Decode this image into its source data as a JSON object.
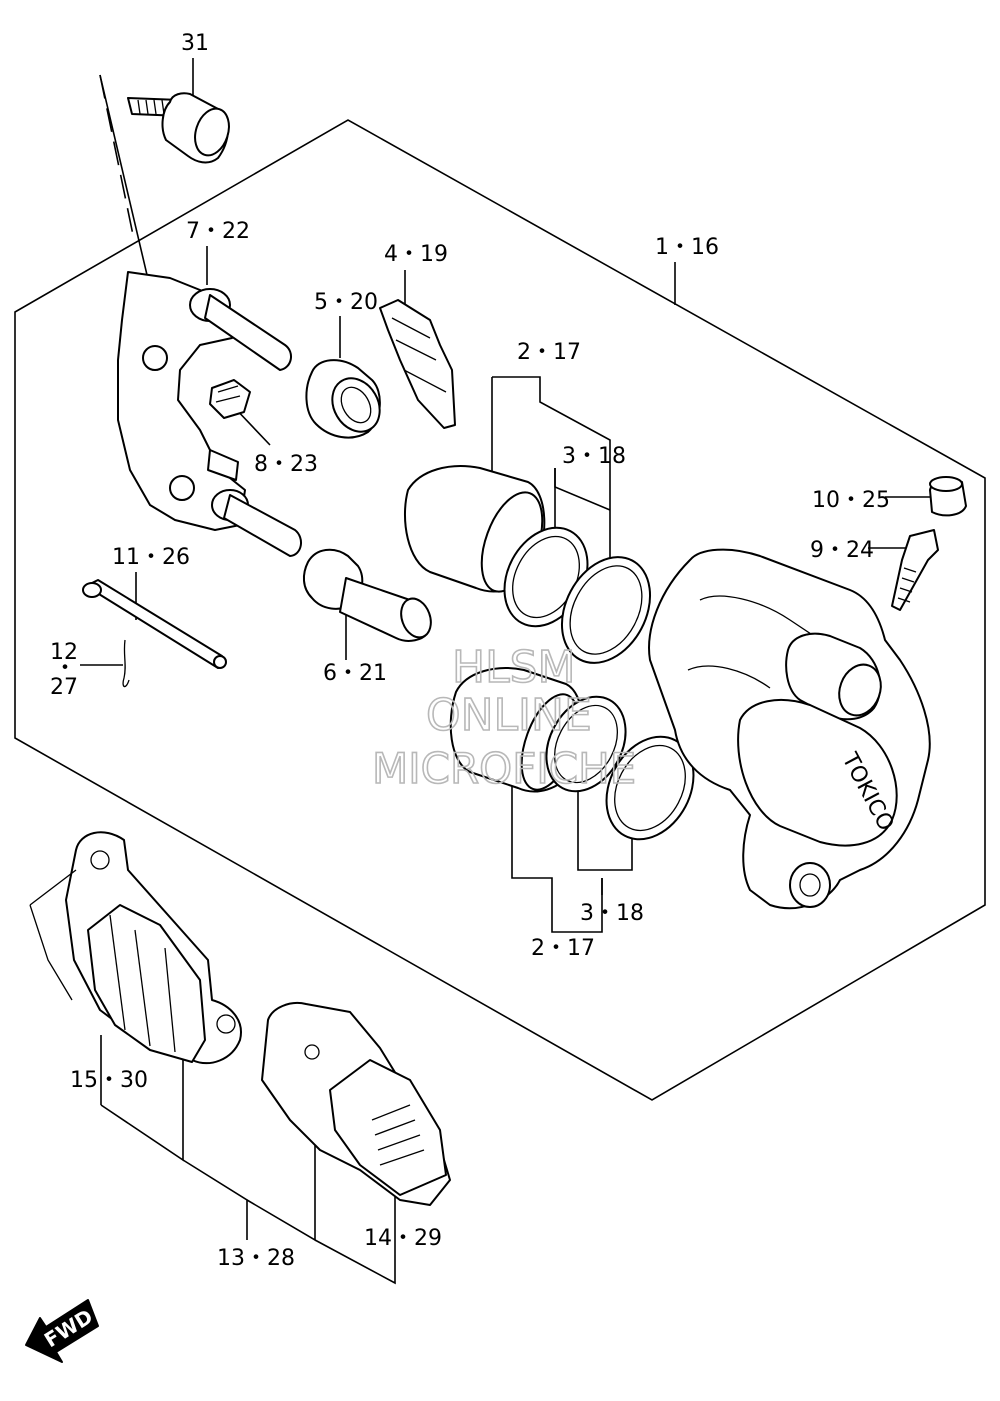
{
  "callouts": {
    "c31": "31",
    "c7_22": "7・22",
    "c4_19": "4・19",
    "c5_20": "5・20",
    "c1_16": "1・16",
    "c2_17_top": "2・17",
    "c3_18_top": "3・18",
    "c8_23": "8・23",
    "c10_25": "10・25",
    "c9_24": "9・24",
    "c11_26": "11・26",
    "c6_21": "6・21",
    "c12": "12",
    "c12_dot": "・",
    "c27": "27",
    "c3_18_bottom": "3・18",
    "c2_17_bottom": "2・17",
    "c15_30": "15・30",
    "c14_29": "14・29",
    "c13_28": "13・28"
  },
  "caliper_marking": "TOKICO",
  "watermark": {
    "line1": "HLSM",
    "line2": "ONLINE",
    "line3": "MICROFICHE",
    "color": "#b8b8b8"
  },
  "direction_arrow": {
    "label": "FWD",
    "icon": "forward-arrow-icon"
  },
  "colors": {
    "line": "#000000",
    "background": "#ffffff"
  }
}
